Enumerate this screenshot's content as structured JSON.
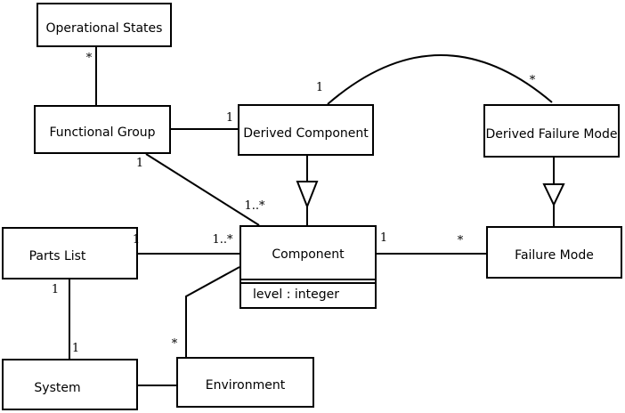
{
  "diagram": {
    "type": "uml-class-diagram",
    "background_color": "#ffffff",
    "line_color": "#000000",
    "nodes": {
      "operational_states": {
        "label": "Operational States"
      },
      "functional_group": {
        "label": "Functional Group"
      },
      "derived_component": {
        "label": "Derived Component"
      },
      "derived_failure_mode": {
        "label": "Derived Failure Mode"
      },
      "parts_list": {
        "label": "Parts List"
      },
      "component": {
        "label": "Component",
        "attributes": [
          "level : integer"
        ]
      },
      "failure_mode": {
        "label": "Failure Mode"
      },
      "system": {
        "label": "System"
      },
      "environment": {
        "label": "Environment"
      }
    },
    "edges": [
      {
        "from": "operational_states",
        "to": "functional_group",
        "type": "association"
      },
      {
        "from": "functional_group",
        "to": "derived_component",
        "type": "association"
      },
      {
        "from": "functional_group",
        "to": "component",
        "type": "association"
      },
      {
        "from": "derived_component",
        "to": "derived_failure_mode",
        "type": "association",
        "shape": "arc"
      },
      {
        "from": "derived_component",
        "to": "component",
        "type": "generalization"
      },
      {
        "from": "derived_failure_mode",
        "to": "failure_mode",
        "type": "generalization"
      },
      {
        "from": "parts_list",
        "to": "component",
        "type": "association"
      },
      {
        "from": "parts_list",
        "to": "system",
        "type": "association"
      },
      {
        "from": "system",
        "to": "environment",
        "type": "association"
      },
      {
        "from": "component",
        "to": "environment",
        "type": "association"
      },
      {
        "from": "component",
        "to": "failure_mode",
        "type": "association"
      }
    ],
    "multiplicities": [
      {
        "edge": "operational_states-functional_group",
        "end": "operational_states",
        "text": "*"
      },
      {
        "edge": "functional_group-component",
        "end": "functional_group",
        "text": "1"
      },
      {
        "edge": "functional_group-derived_component",
        "end": "derived_component",
        "text": "1"
      },
      {
        "edge": "derived_component-derived_failure_mode",
        "end": "derived_component",
        "text": "1"
      },
      {
        "edge": "derived_component-derived_failure_mode",
        "end": "derived_failure_mode",
        "text": "*"
      },
      {
        "edge": "functional_group-component",
        "end": "component",
        "text": "1..*"
      },
      {
        "edge": "parts_list-component",
        "end": "component",
        "text": "1..*"
      },
      {
        "edge": "parts_list-component",
        "end": "parts_list",
        "text": "1"
      },
      {
        "edge": "parts_list-system",
        "end": "parts_list",
        "text": "1"
      },
      {
        "edge": "parts_list-system",
        "end": "system",
        "text": "1"
      },
      {
        "edge": "component-environment",
        "end": "environment",
        "text": "*"
      },
      {
        "edge": "component-failure_mode",
        "end": "component",
        "text": "1"
      },
      {
        "edge": "component-failure_mode",
        "end": "failure_mode",
        "text": "*"
      }
    ]
  }
}
